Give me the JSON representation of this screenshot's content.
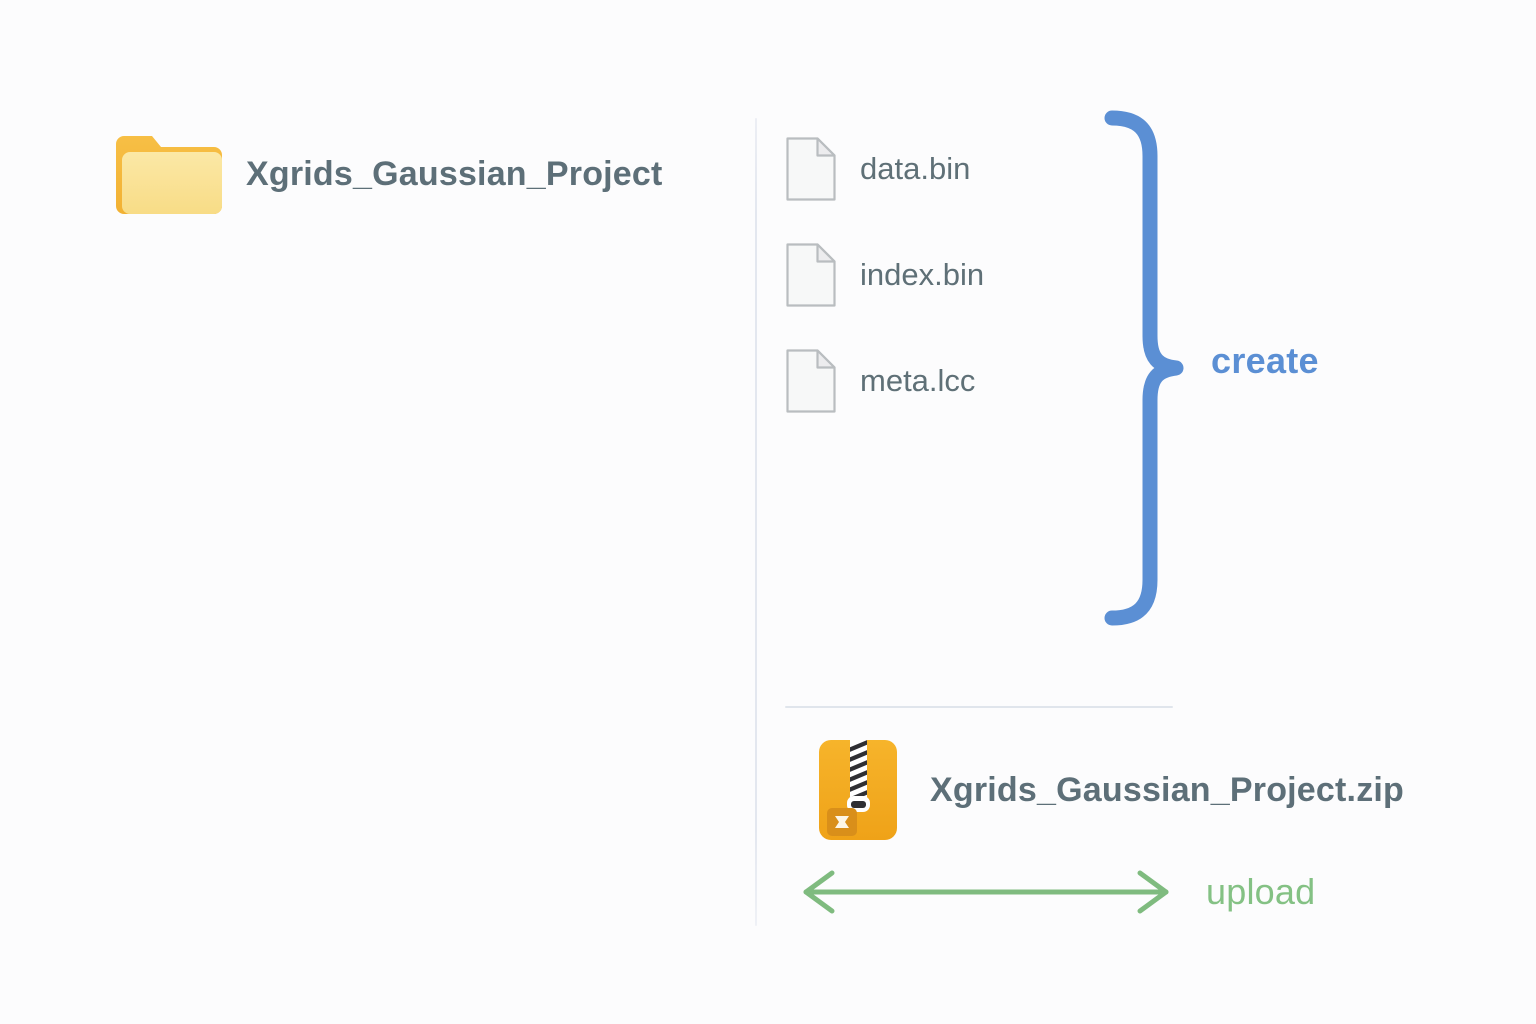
{
  "colors": {
    "background": "#fcfcfd",
    "text_primary": "#5d6f78",
    "text_secondary": "#5f7077",
    "accent_blue": "#5b8fd4",
    "accent_green": "#84c184",
    "folder_back": "#f5b942",
    "folder_front": "#f8dd8c",
    "zip_body": "#f2a922",
    "zip_tab": "#d98f1a",
    "divider": "#e3e7ef",
    "file_fill": "#f7f8f8",
    "file_stroke": "#b9bdc0"
  },
  "source": {
    "folder_name": "Xgrids_Gaussian_Project",
    "folder_icon": "folder-icon"
  },
  "contents": {
    "files": [
      {
        "name": "data.bin",
        "icon": "file-document-icon"
      },
      {
        "name": "index.bin",
        "icon": "file-document-icon"
      },
      {
        "name": "meta.lcc",
        "icon": "file-document-icon"
      }
    ]
  },
  "annotations": {
    "brace_label": "create",
    "brace_icon": "curly-brace-icon",
    "arrow_label": "upload",
    "arrow_icon": "double-arrow-icon"
  },
  "archive": {
    "name": "Xgrids_Gaussian_Project.zip",
    "icon": "zip-archive-icon"
  }
}
